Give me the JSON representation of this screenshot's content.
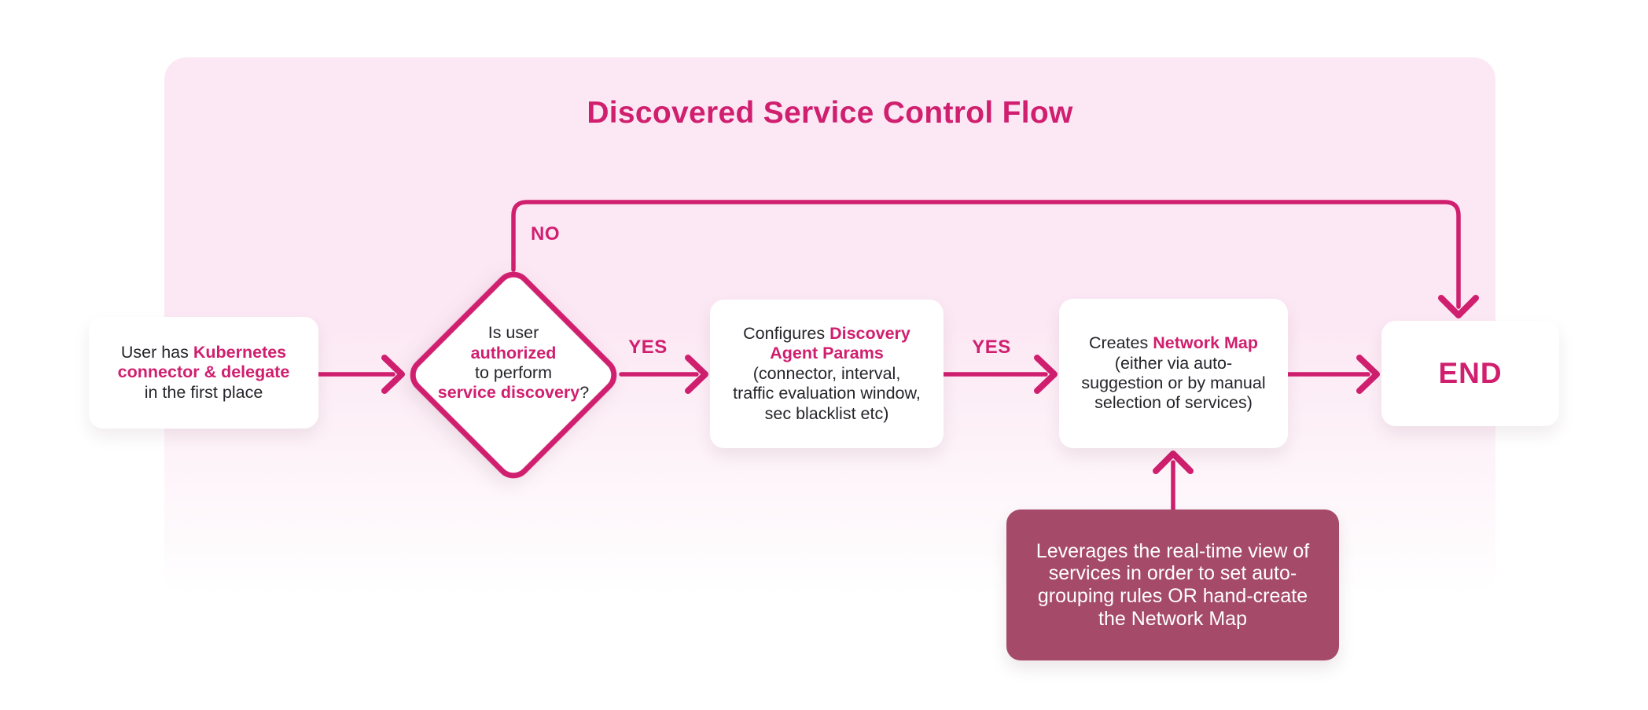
{
  "page": {
    "title": "Discovered Service Control Flow"
  },
  "colors": {
    "accent": "#d01f6f",
    "panel_top": "#fce8f4",
    "note_bg": "#a54a68",
    "note_text": "#ffffff",
    "box_bg": "#ffffff",
    "text": "#25252b"
  },
  "labels": {
    "no": "NO",
    "yes_1": "YES",
    "yes_2": "YES"
  },
  "nodes": {
    "start": {
      "lines": [
        [
          {
            "t": "User has "
          },
          {
            "t": "Kubernetes",
            "b": true
          }
        ],
        [
          {
            "t": "connector & delegate",
            "b": true
          }
        ],
        [
          {
            "t": "in the first place"
          }
        ]
      ]
    },
    "decision": {
      "lines": [
        [
          {
            "t": "Is user"
          }
        ],
        [
          {
            "t": "authorized",
            "b": true
          }
        ],
        [
          {
            "t": "to perform"
          }
        ],
        [
          {
            "t": "service discovery",
            "b": true
          },
          {
            "t": "?"
          }
        ]
      ]
    },
    "configure": {
      "lines": [
        [
          {
            "t": "Configures "
          },
          {
            "t": "Discovery",
            "b": true
          }
        ],
        [
          {
            "t": "Agent Params",
            "b": true
          }
        ],
        [
          {
            "t": "(connector, interval,"
          }
        ],
        [
          {
            "t": "traffic evaluation window,"
          }
        ],
        [
          {
            "t": "sec blacklist etc)"
          }
        ]
      ]
    },
    "create_map": {
      "lines": [
        [
          {
            "t": "Creates "
          },
          {
            "t": "Network Map",
            "b": true
          }
        ],
        [
          {
            "t": "(either via auto-"
          }
        ],
        [
          {
            "t": "suggestion or by manual"
          }
        ],
        [
          {
            "t": "selection of services)"
          }
        ]
      ]
    },
    "end": {
      "label": "END"
    },
    "note": {
      "lines": [
        [
          {
            "t": "Leverages the real-time view of"
          }
        ],
        [
          {
            "t": "services in order to set auto-"
          }
        ],
        [
          {
            "t": "grouping rules OR hand-create"
          }
        ],
        [
          {
            "t": "the Network Map"
          }
        ]
      ]
    }
  }
}
